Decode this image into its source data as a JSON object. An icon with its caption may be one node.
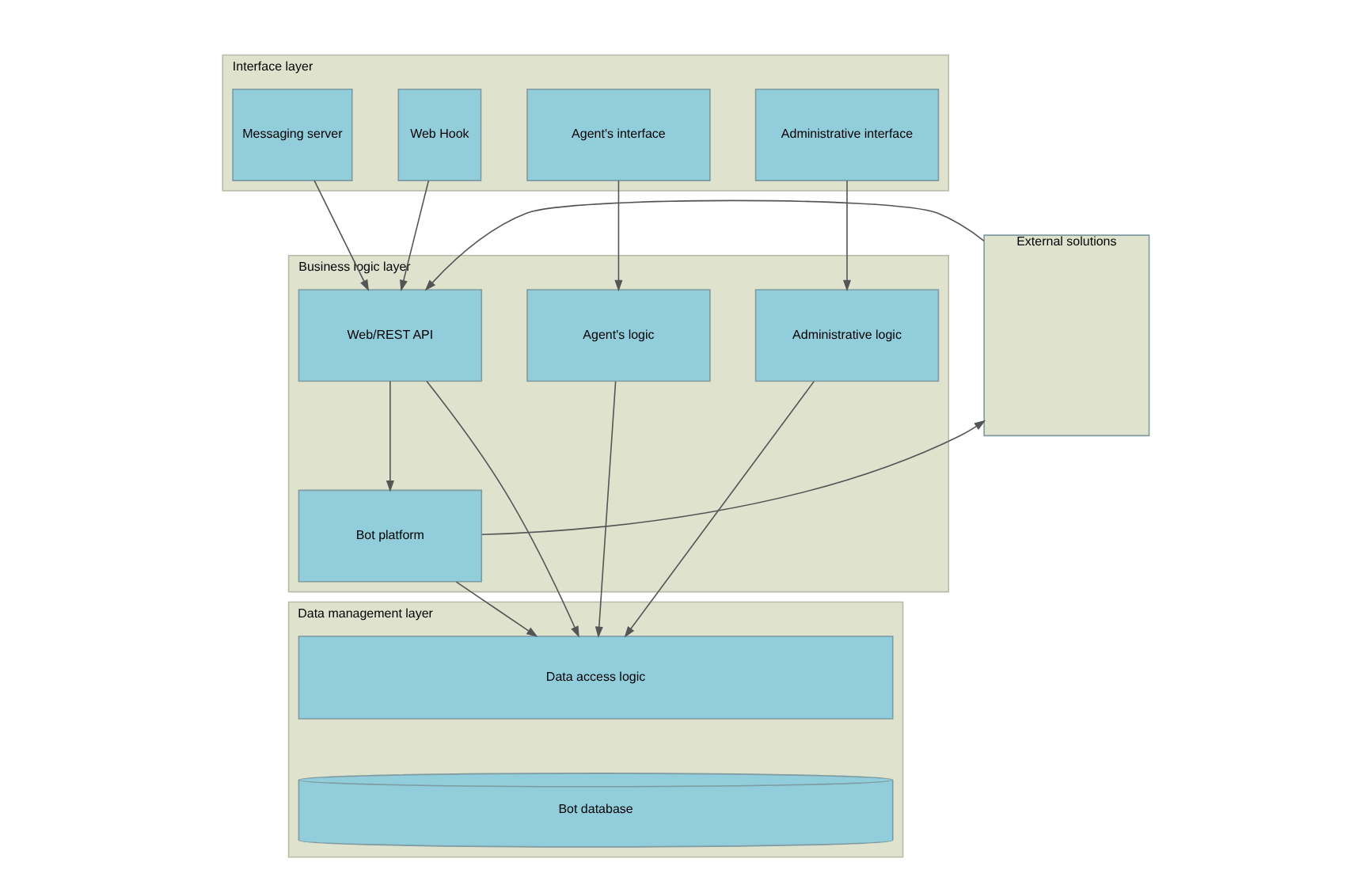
{
  "diagram": {
    "nodes": [
      {
        "text": [
          "Interface layer"
        ]
      },
      {
        "text": [
          "Administrative interface"
        ],
        "in": 0
      },
      {
        "text": [
          "Agent's interface"
        ],
        "in": 0
      },
      {
        "text": [
          "Messaging server"
        ],
        "in": 0
      },
      {
        "text": [
          "Web Hook"
        ],
        "in": 0
      },
      {
        "text": [
          "Business logic layer"
        ]
      },
      {
        "text": [
          "Administrative logic"
        ],
        "in": 5
      },
      {
        "text": [
          "Agent's logic"
        ],
        "in": 5
      },
      {
        "text": [
          "Web/REST API"
        ],
        "in": 5
      },
      {
        "text": [
          "Bot platform"
        ],
        "in": 5
      },
      {
        "text": [
          "External solutions"
        ]
      },
      {
        "text": [
          "Data management layer"
        ]
      },
      {
        "text": [
          "Data access logic"
        ],
        "in": 11
      },
      {
        "text": [
          "Bot database"
        ],
        "in": 11
      }
    ],
    "edges": [
      {
        "from": 1,
        "to": 6,
        "arrow": "to"
      },
      {
        "from": 2,
        "to": 7,
        "arrow": "to"
      },
      {
        "from": 3,
        "to": 8,
        "arrow": "to"
      },
      {
        "from": 4,
        "to": 8,
        "arrow": "to"
      },
      {
        "from": 10,
        "to": 8,
        "arrow": "to"
      },
      {
        "from": 8,
        "to": 9,
        "arrow": "to"
      },
      {
        "from": 9,
        "to": 10,
        "arrow": "to"
      },
      {
        "from": 6,
        "to": 12,
        "arrow": "to"
      },
      {
        "from": 7,
        "to": 12,
        "arrow": "to"
      },
      {
        "from": 8,
        "to": 12,
        "arrow": "to"
      },
      {
        "from": 9,
        "to": 12,
        "arrow": "to"
      }
    ]
  }
}
